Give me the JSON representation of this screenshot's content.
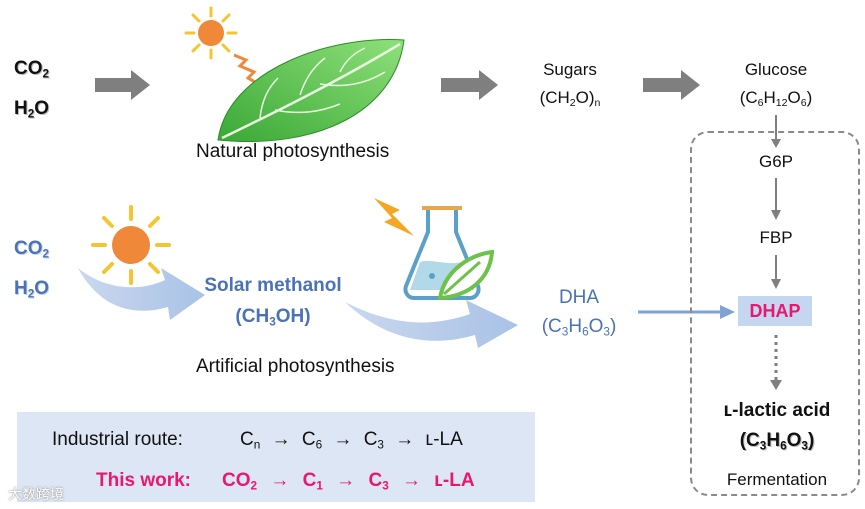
{
  "natural": {
    "co2": "CO2",
    "h2o": "H2O",
    "sugars_label": "Sugars",
    "sugars_formula_pre": "(CH",
    "sugars_formula_sub1": "2",
    "sugars_formula_mid": "O)",
    "sugars_formula_sub2": "n",
    "glucose_label": "Glucose",
    "glucose_formula_pre": "(C",
    "glucose_sub1": "6",
    "glucose_h": "H",
    "glucose_sub2": "12",
    "glucose_o": "O",
    "glucose_sub3": "6",
    "glucose_post": ")",
    "caption": "Natural photosynthesis"
  },
  "artificial": {
    "co2": "CO2",
    "h2o": "H2O",
    "methanol_label": "Solar methanol",
    "methanol_pre": "(CH",
    "methanol_sub": "3",
    "methanol_post": "OH)",
    "dha_label": "DHA",
    "dha_pre": "(C",
    "dha_sub1": "3",
    "dha_h": "H",
    "dha_sub2": "6",
    "dha_o": "O",
    "dha_sub3": "3",
    "dha_post": ")",
    "caption": "Artificial photosynthesis"
  },
  "fermentation": {
    "g6p": "G6P",
    "fbp": "FBP",
    "dhap": "DHAP",
    "product_label": "ʟ-lactic acid",
    "product_pre": "(C",
    "product_sub1": "3",
    "product_h": "H",
    "product_sub2": "6",
    "product_o": "O",
    "product_sub3": "3",
    "product_post": ")",
    "caption": "Fermentation"
  },
  "comparison": {
    "industrial_label": "Industrial route:",
    "industrial_steps": [
      "C",
      "n",
      "C",
      "6",
      "C",
      "3",
      "ʟ-LA"
    ],
    "this_work_label": "This work:",
    "this_work_steps": [
      "CO",
      "2",
      "C",
      "1",
      "C",
      "3",
      "ʟ-LA"
    ],
    "arrow_glyph": "→"
  },
  "watermark": "大数跨境",
  "colors": {
    "blue": "#4a72b8",
    "pink": "#e8186e",
    "gray_arrow": "#7f7f7f",
    "leaf": "#5cc24a",
    "sun": "#f0883a"
  }
}
